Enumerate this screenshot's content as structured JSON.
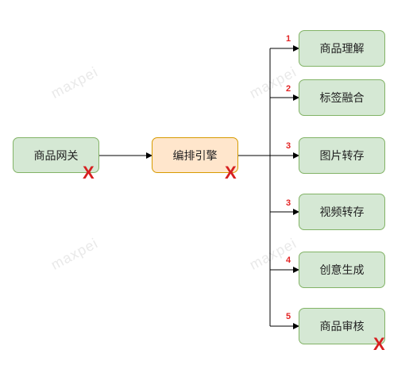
{
  "watermark": "maxpei",
  "colors": {
    "green_fill": "#d5e8d4",
    "green_border": "#82b366",
    "orange_fill": "#ffe6cc",
    "orange_border": "#d79b00",
    "mark": "#d62020"
  },
  "gateway": {
    "label": "商品网关",
    "mark": "X"
  },
  "engine": {
    "label": "编排引擎",
    "mark": "X"
  },
  "steps": [
    {
      "num": "1",
      "label": "商品理解"
    },
    {
      "num": "2",
      "label": "标签融合"
    },
    {
      "num": "3",
      "label": "图片转存"
    },
    {
      "num": "3",
      "label": "视频转存"
    },
    {
      "num": "4",
      "label": "创意生成"
    },
    {
      "num": "5",
      "label": "商品审核",
      "mark": "X"
    }
  ]
}
